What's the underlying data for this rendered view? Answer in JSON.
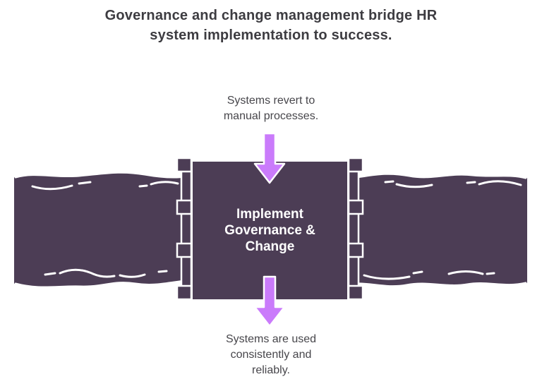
{
  "title": "Governance and change management bridge HR\nsystem implementation to success.",
  "labels": {
    "top": "Systems revert to\nmanual processes.",
    "bottom": "Systems are used\nconsistently and\nreliably."
  },
  "bridge": {
    "label": "Implement\nGovernance &\nChange"
  },
  "icons": {
    "top_arrow": "down-arrow-icon",
    "bottom_arrow": "down-arrow-icon"
  },
  "colors": {
    "background": "#ffffff",
    "band": "#4c3d55",
    "outline": "#ffffff",
    "arrow": "#ca7bfb",
    "title_text": "#3d3c41",
    "label_text": "#47464b",
    "bridge_text": "#ffffff"
  }
}
